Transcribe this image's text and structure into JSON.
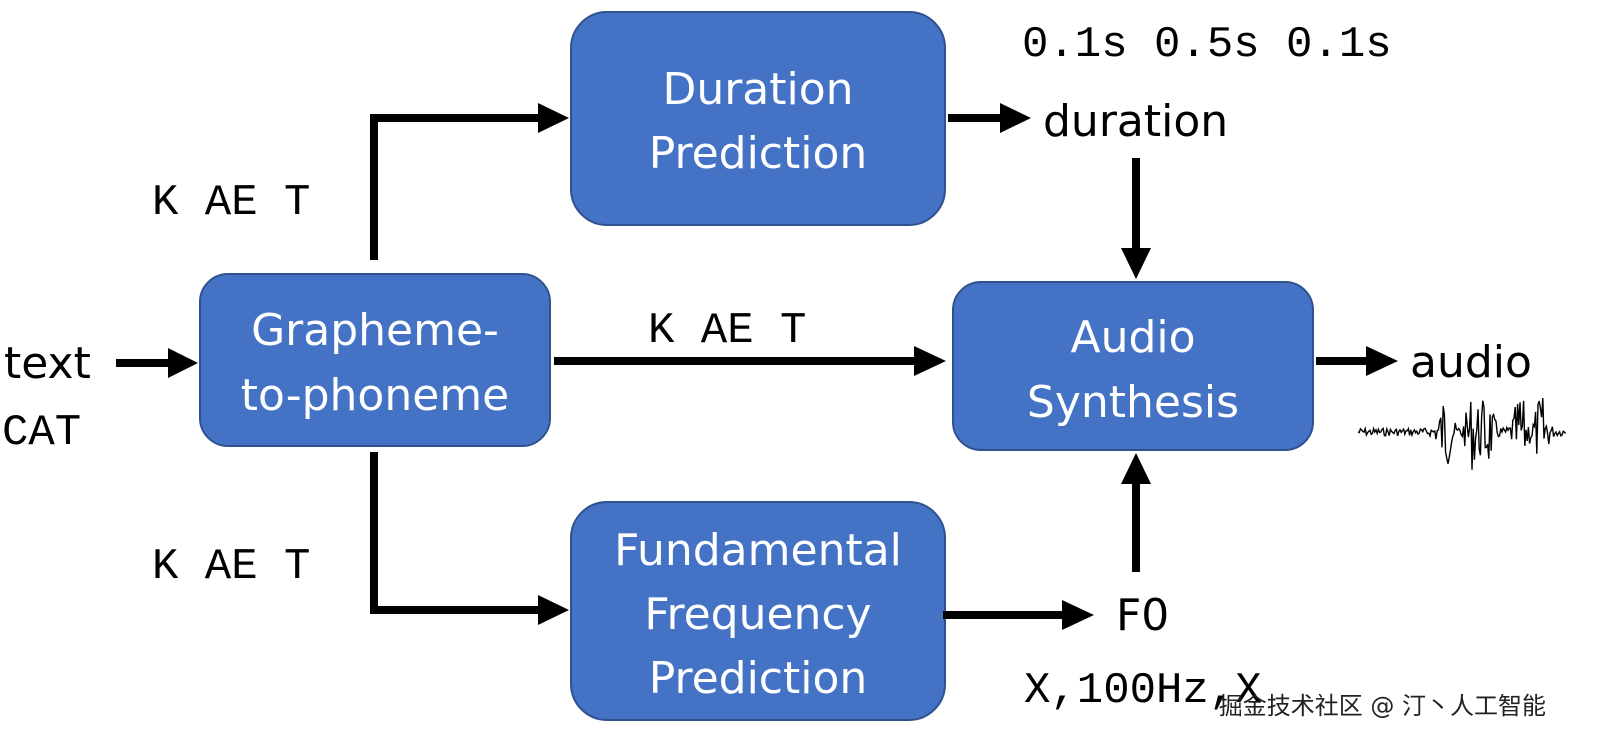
{
  "boxes": {
    "g2p": {
      "line1": "Grapheme-",
      "line2": "to-phoneme"
    },
    "duration": {
      "line1": "Duration",
      "line2": "Prediction"
    },
    "synthesis": {
      "line1": "Audio",
      "line2": "Synthesis"
    },
    "f0": {
      "line1": "Fundamental",
      "line2": "Frequency",
      "line3": "Prediction"
    }
  },
  "labels": {
    "text_input": "text",
    "text_example": "CAT",
    "phonemes_top": "K AE T",
    "phonemes_middle": "K AE T",
    "phonemes_bottom": "K AE T",
    "duration_values": "0.1s 0.5s 0.1s",
    "duration_output": "duration",
    "f0_output": "F0",
    "f0_values": "X,100Hz,X",
    "audio_output": "audio"
  },
  "watermark": "掘金技术社区 @ 汀丶人工智能",
  "colors": {
    "box_fill": "#4472c4",
    "box_text": "#ffffff",
    "arrows": "#000000"
  },
  "icons": {
    "waveform": "audio-waveform-icon"
  }
}
